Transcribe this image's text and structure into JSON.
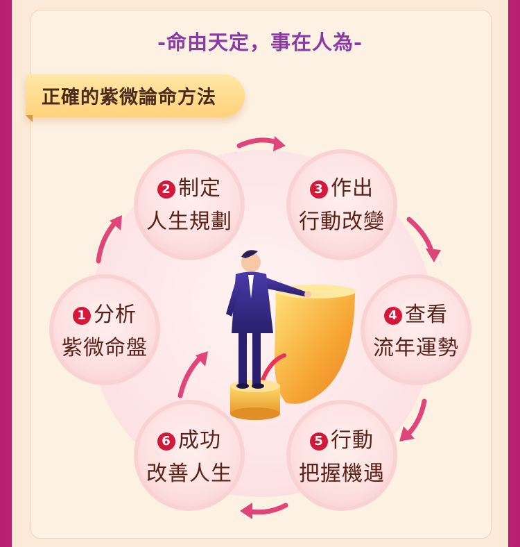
{
  "motto": "-命由天定，事在人為-",
  "ribbon_title": "正確的紫微論命方法",
  "steps": [
    {
      "num": "1",
      "line1": "分析",
      "line2": "紫微命盤"
    },
    {
      "num": "2",
      "line1": "制定",
      "line2": "人生規劃"
    },
    {
      "num": "3",
      "line1": "作出",
      "line2": "行動改變"
    },
    {
      "num": "4",
      "line1": "查看",
      "line2": "流年運勢"
    },
    {
      "num": "5",
      "line1": "行動",
      "line2": "把握機遇"
    },
    {
      "num": "6",
      "line1": "成功",
      "line2": "改善人生"
    }
  ],
  "colors": {
    "border_magenta": "#c4267a",
    "motto_purple": "#8a3aa6",
    "badge_red": "#d4183a",
    "arrow_pink": "#e0457a",
    "ribbon_gold": "#ffd17a"
  }
}
